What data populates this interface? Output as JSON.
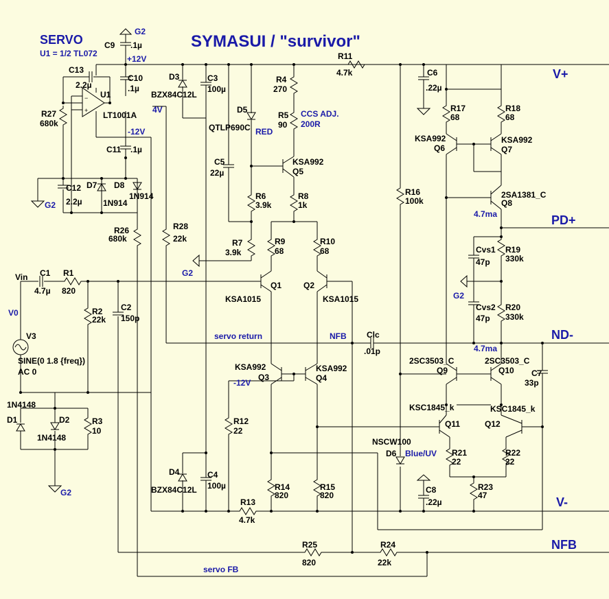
{
  "title": "SYMASUI / \"survivor\"",
  "servo": {
    "title": "SERVO",
    "subtitle": "U1 = 1/2 TL072"
  },
  "rails": {
    "vplus": "V+",
    "pdplus": "PD+",
    "ndminus": "ND-",
    "vminus": "V-",
    "nfb": "NFB"
  },
  "power": {
    "p12": "+12V",
    "m12a": "-12V",
    "m12b": "-12V",
    "v4": "4V",
    "g2": "G2",
    "v0": "V0"
  },
  "net_labels": {
    "vin": "Vin",
    "servo_return": "servo return",
    "nfb_inner": "NFB",
    "servo_fb": "servo FB",
    "ccs_adj": "CCS ADJ.",
    "ccs_val": "200R",
    "ma1": "4.7ma",
    "ma2": "4.7ma",
    "red": "RED",
    "blue_uv": "Blue/UV"
  },
  "components": {
    "c9": "C9",
    "c9v": ".1µ",
    "c10": "C10",
    "c10v": ".1µ",
    "c11": "C11",
    "c11v": ".1µ",
    "c13": "C13",
    "c13v": "2.2µ",
    "c12": "C12",
    "c12v": "2.2µ",
    "u1": "U1",
    "u1v": "LT1001A",
    "r27": "R27",
    "r27v": "680k",
    "r26": "R26",
    "r26v": "680k",
    "r28": "R28",
    "r28v": "22k",
    "d7": "D7",
    "d7v": "1N914",
    "d8": "D8",
    "d8v": "1N914",
    "d3": "D3",
    "d3v": "BZX84C12L",
    "c3": "C3",
    "c3v": "100µ",
    "d4": "D4",
    "d4v": "BZX84C12L",
    "c4": "C4",
    "c4v": "100µ",
    "d5": "D5",
    "d5v": "QTLP690C",
    "c5": "C5",
    "c5v": "22µ",
    "r4": "R4",
    "r4v": "270",
    "r5": "R5",
    "r5v": "90",
    "q5": "Q5",
    "q5v": "KSA992",
    "r6": "R6",
    "r6v": "3.9k",
    "r7": "R7",
    "r7v": "3.9k",
    "r8": "R8",
    "r8v": "1k",
    "r9": "R9",
    "r9v": "68",
    "r10": "R10",
    "r10v": "68",
    "q1": "Q1",
    "q1v": "KSA1015",
    "q2": "Q2",
    "q2v": "KSA1015",
    "q3": "Q3",
    "q3v": "KSA992",
    "q4": "Q4",
    "q4v": "KSA992",
    "r12": "R12",
    "r12v": "22",
    "r14": "R14",
    "r14v": "820",
    "r15": "R15",
    "r15v": "820",
    "r13": "R13",
    "r13v": "4.7k",
    "r11": "R11",
    "r11v": "4.7k",
    "c1": "C1",
    "c1v": "4.7µ",
    "r1": "R1",
    "r1v": "820",
    "r2": "R2",
    "r2v": "22k",
    "c2": "C2",
    "c2v": "150p",
    "v3": "V3",
    "v3a": "SINE(0 1.8 {freq})",
    "v3b": "AC 0",
    "d1": "D1",
    "d1v": "1N4148",
    "d2": "D2",
    "d2v": "1N4148",
    "r3": "R3",
    "r3v": "10",
    "clc": "Clc",
    "clcv": ".01p",
    "r16": "R16",
    "r16v": "100k",
    "c6": "C6",
    "c6v": ".22µ",
    "c8": "C8",
    "c8v": ".22µ",
    "r17": "R17",
    "r17v": "68",
    "r18": "R18",
    "r18v": "68",
    "q6": "Q6",
    "q6v": "KSA992",
    "q7": "Q7",
    "q7v": "KSA992",
    "q8": "Q8",
    "q8v": "2SA1381_C",
    "r19": "R19",
    "r19v": "330k",
    "r20": "R20",
    "r20v": "330k",
    "cvs1": "Cvs1",
    "cvs1v": "47p",
    "cvs2": "Cvs2",
    "cvs2v": "47p",
    "q9": "Q9",
    "q9v": "2SC3503_C",
    "q10": "Q10",
    "q10v": "2SC3503_C",
    "c7": "C7",
    "c7v": "33p",
    "q11": "Q11",
    "q11v": "KSC1845_k",
    "q12": "Q12",
    "q12v": "KSC1845_k",
    "r21": "R21",
    "r21v": "22",
    "r22": "R22",
    "r22v": "22",
    "r23": "R23",
    "r23v": "47",
    "d6": "D6",
    "d6v": "NSCW100",
    "r24": "R24",
    "r24v": "22k",
    "r25": "R25",
    "r25v": "820"
  }
}
